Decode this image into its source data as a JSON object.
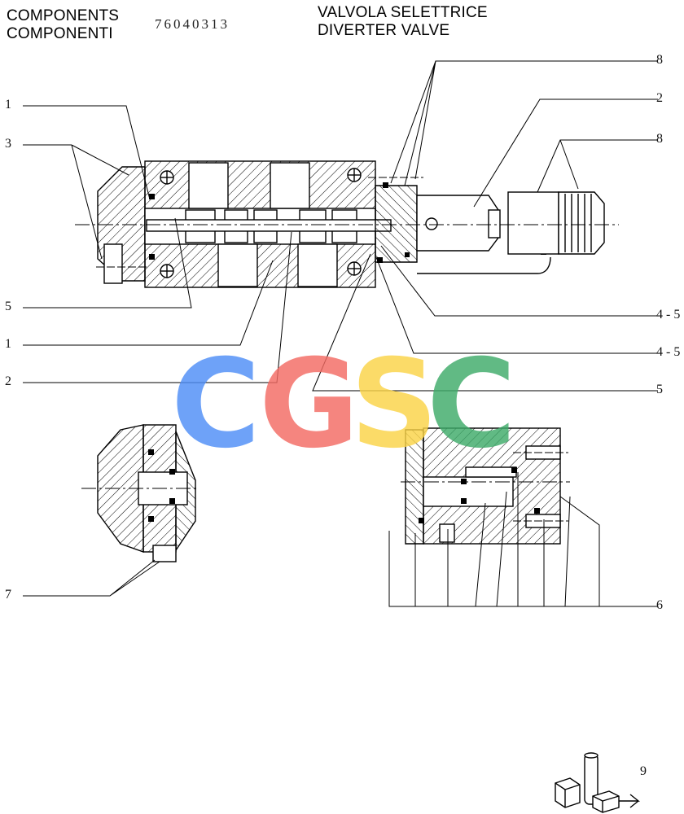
{
  "header": {
    "components_en": "COMPONENTS",
    "components_it": "COMPONENTI",
    "part_code": "76040313",
    "title_it": "VALVOLA SELETTRICE",
    "title_en": "DIVERTER VALVE"
  },
  "callouts": {
    "c1_top": "1",
    "c3": "3",
    "c5_left": "5",
    "c1_mid": "1",
    "c2_left": "2",
    "c7": "7",
    "c8_top": "8",
    "c2_right": "2",
    "c8_right": "8",
    "c45_a": "4 - 5",
    "c45_b": "4 - 5",
    "c5_right": "5",
    "c6": "6"
  },
  "watermark": {
    "letters": [
      "C",
      "G",
      "S",
      "C"
    ],
    "colors": [
      "#4f8ef7",
      "#f36b63",
      "#fbd447",
      "#3fab6a"
    ]
  },
  "page_number": "9"
}
